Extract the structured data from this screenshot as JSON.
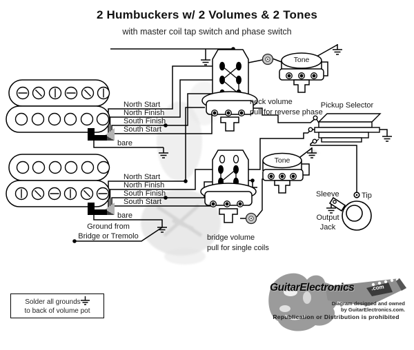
{
  "title": "2 Humbuckers w/ 2 Volumes & 2 Tones",
  "subtitle": "with master coil tap switch and phase switch",
  "wire_labels": [
    "North Start",
    "North Finish",
    "South Finish",
    "South Start"
  ],
  "bare_label": "bare",
  "notes": {
    "neck_volume": [
      "neck volume",
      "pull for reverse phase"
    ],
    "bridge_volume": [
      "bridge volume",
      "pull for single coils"
    ],
    "ground_source": [
      "Ground from",
      "Bridge or Tremolo"
    ],
    "solder": [
      "Solder all grounds",
      "to back of volume pot"
    ]
  },
  "labels": {
    "tone": "Tone",
    "pickup_selector": "Pickup Selector",
    "sleeve": "Sleeve",
    "tip": "Tip",
    "output_jack": [
      "Output",
      "Jack"
    ]
  },
  "logo": {
    "brand": "GuitarElectronics",
    "tld": ".com",
    "line1": "Diagram designed and owned",
    "line2": "by GuitarElectronics.com.",
    "line3": "Republication or Distribution is prohibited"
  },
  "colors": {
    "wire": "#000000",
    "watermark": "#dddddd",
    "logo_gray": "#9b9b9b"
  }
}
